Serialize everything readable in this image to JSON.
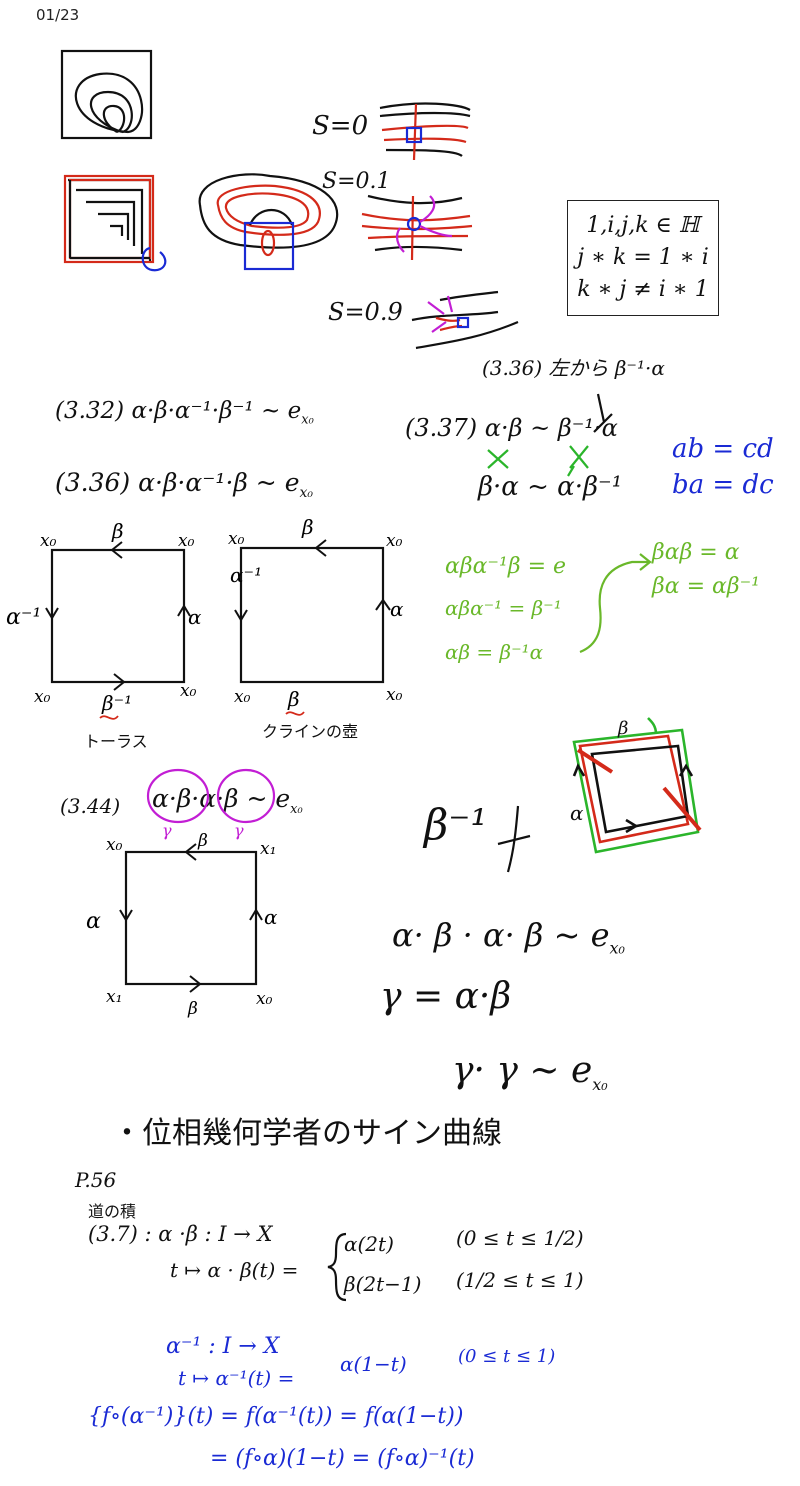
{
  "page": {
    "number": "01/23"
  },
  "sketches": {
    "s0": "S=0",
    "s01": "S=0.1",
    "s09": "S=0.9"
  },
  "box": {
    "line1": "1,i,j,k ∈ ℍ",
    "line2": "j ∗ k = 1 ∗ i",
    "line3": "k ∗ j ≠ i ∗ 1"
  },
  "relations": {
    "r332": "(3.32)  α·β·α⁻¹·β⁻¹ ~ e",
    "r332_sub": "x₀",
    "r336": "(3.36)  α·β·α⁻¹·β ~ e",
    "r336_sub": "x₀",
    "from336": "(3.36) 左から β⁻¹·α",
    "r337": "(3.37) α·β ~ β⁻¹·α",
    "r337b": "β·α ~ α·β⁻¹",
    "blue_abcd": "ab = cd",
    "blue_bacd": "ba = dc"
  },
  "green_notes": {
    "g1": "αβα⁻¹β = e",
    "g2": "αβα⁻¹ = β⁻¹",
    "g3": "αβ = β⁻¹α",
    "g4": "βαβ = α",
    "g5": "βα = αβ⁻¹"
  },
  "torus": {
    "top": "β",
    "left": "α⁻¹",
    "right": "α",
    "bottom": "β⁻¹",
    "tl": "x₀",
    "tr": "x₀",
    "bl": "x₀",
    "br": "x₀",
    "caption": "トーラス"
  },
  "klein": {
    "top": "β",
    "left": "α⁻¹",
    "right": "α",
    "bottom": "β",
    "tl": "x₀",
    "tr": "x₀",
    "bl": "x₀",
    "br": "x₀",
    "caption": "クラインの壺"
  },
  "square344": {
    "label": "(3.44)",
    "expr": "α·β·α·β ~ e",
    "expr_sub": "x₀",
    "gamma1": "γ",
    "gamma2": "γ",
    "top": "β",
    "left": "α",
    "right": "α",
    "bottom": "β",
    "tl": "x₀",
    "tr": "x₁",
    "bl": "x₁",
    "br": "x₀"
  },
  "right_notes": {
    "beta_inv": "β⁻¹",
    "alpha": "α",
    "beta": "β",
    "abab": "α· β · α· β ~ e",
    "abab_sub": "x₀",
    "gamma_def": "γ = α·β",
    "gamma_sq": "γ· γ ~ e",
    "gamma_sq_sub": "x₀"
  },
  "bottom": {
    "heading": "・位相幾何学者のサイン曲線",
    "page_ref": "P.56",
    "subhead": "道の積",
    "def_line": "(3.7) : α ·β : I → X",
    "map_line": "t ↦ α · β(t) =",
    "case1_expr": "α(2t)",
    "case1_cond": "(0 ≤ t ≤ 1/2)",
    "case2_expr": "β(2t−1)",
    "case2_cond": "(1/2 ≤ t ≤ 1)",
    "inv_def": "α⁻¹ : I → X",
    "inv_map": "t ↦ α⁻¹(t) =",
    "inv_val": "α(1−t)",
    "inv_cond": "(0 ≤ t ≤ 1)",
    "comp1": "{f∘(α⁻¹)}(t) = f(α⁻¹(t)) = f(α(1−t))",
    "comp2": "= (f∘α)(1−t) = (f∘α)⁻¹(t)"
  }
}
